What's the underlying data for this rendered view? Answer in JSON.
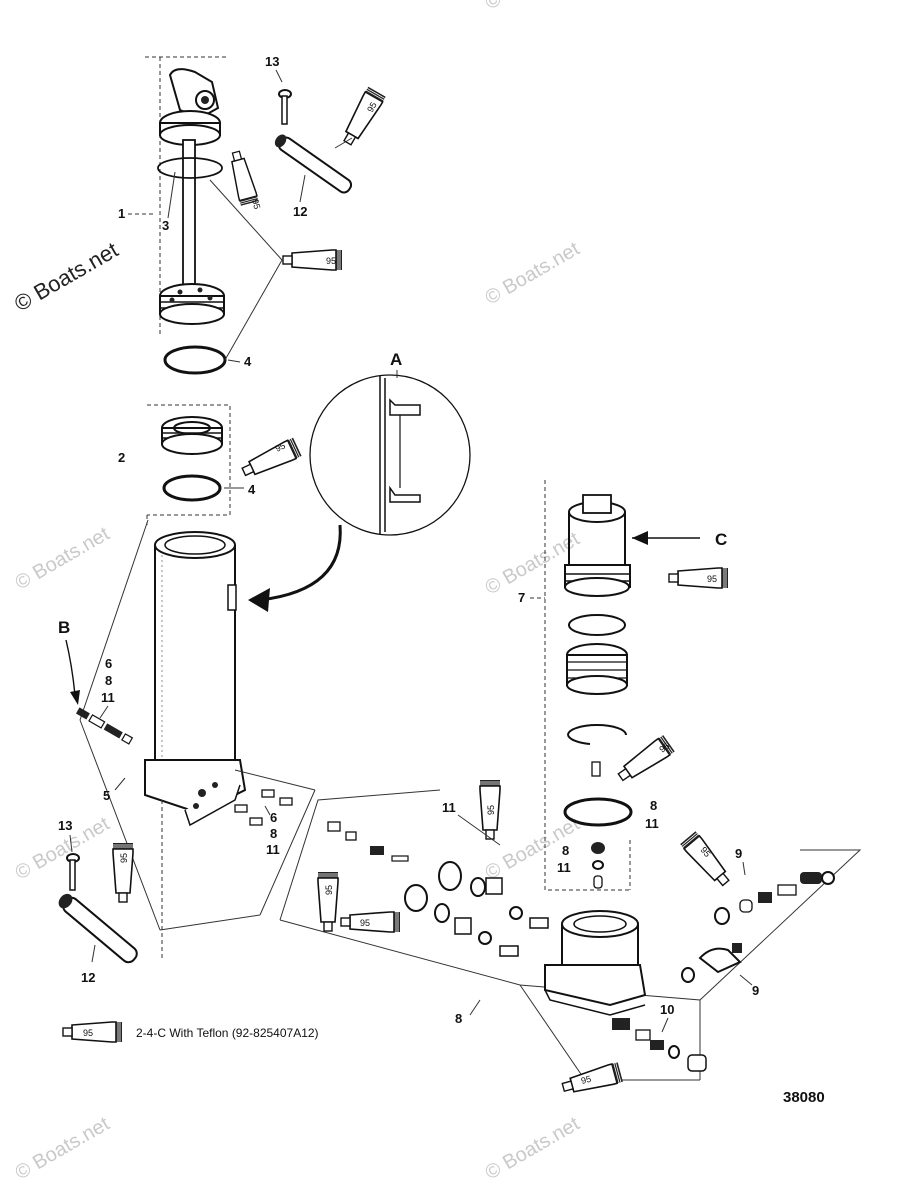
{
  "watermark": "© Boats.net",
  "callouts": {
    "c1": "1",
    "c2": "2",
    "c3": "3",
    "c4a": "4",
    "c4b": "4",
    "c5": "5",
    "c6a": "6",
    "c8a": "8",
    "c11a": "11",
    "c6b": "6",
    "c8b": "8",
    "c11b": "11",
    "c7": "7",
    "c8c": "8",
    "c11c": "11",
    "c8d": "8",
    "c11d": "11",
    "c8e": "8",
    "c9a": "9",
    "c9b": "9",
    "c10": "10",
    "c11e": "11",
    "c12a": "12",
    "c12b": "12",
    "c13a": "13",
    "c13b": "13"
  },
  "view_letters": {
    "a": "A",
    "b": "B",
    "c": "C"
  },
  "tube_code": "95",
  "legend": {
    "code": "95",
    "text": "2-4-C  With Teflon (92-825407A12)"
  },
  "figure_number": "38080"
}
